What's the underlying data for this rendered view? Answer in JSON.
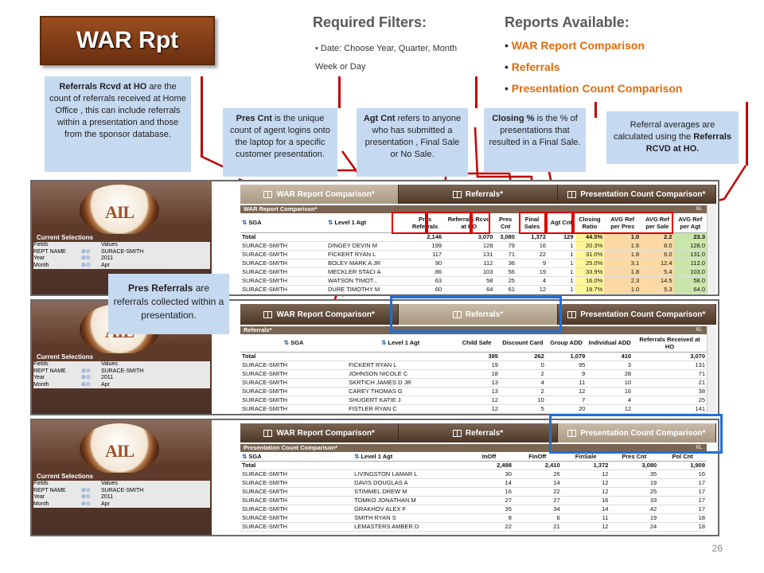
{
  "slide": {
    "title": "WAR Rpt",
    "page_number": "26"
  },
  "filters": {
    "heading": "Required Filters:",
    "bullet_label": "Date",
    "bullet_text": "Choose Year, Quarter, Month Week or Day"
  },
  "reports": {
    "heading": "Reports Available:",
    "items": [
      "WAR Report Comparison",
      "Referrals",
      "Presentation Count Comparison"
    ],
    "color": "#e26b0a"
  },
  "notes": {
    "referrals_rcvd_bold": "Referrals Rcvd  at HO",
    "referrals_rcvd_text": "are the count of referrals received at Home Office , this can include referrals within a presentation and those from the sponsor database.",
    "pres_cnt_bold": "Pres Cnt",
    "pres_cnt_text": "is the unique count of agent logins onto  the laptop for a specific customer presentation.",
    "agt_cnt_bold": "Agt Cnt",
    "agt_cnt_text": "refers to anyone who has submitted a presentation , Final Sale or No Sale.",
    "closing_bold": "Closing  %",
    "closing_text": "is the % of presentations that resulted in a Final Sale.",
    "avg_text": "Referral averages are calculated using the",
    "avg_bold": "Referrals RCVD at HO.",
    "pres_ref_bold": "Pres Referrals",
    "pres_ref_text": "are referrals collected within a presentation."
  },
  "logo_text": "AIL",
  "current_selections": {
    "title": "Current Selections",
    "header": [
      "Fields",
      "Values"
    ],
    "rows": [
      [
        "REPT NAME",
        "SURACE-SMITH"
      ],
      [
        "Year",
        "2011"
      ],
      [
        "Month",
        "Apr"
      ]
    ]
  },
  "tabs": [
    "WAR Report Comparison*",
    "Referrals*",
    "Presentation Count Comparison*"
  ],
  "war": {
    "title": "WAR Report Comparison*",
    "headers": [
      "SGA",
      "Level 1 Agt",
      "Pres Referrals",
      "Referrals Rcvd at HO",
      "Pres Cnt",
      "Final Sales",
      "Agt Cnt",
      "Closing Ratio",
      "AVG Ref per Pres",
      "AVG Ref per Sale",
      "AVG Ref per Agt"
    ],
    "total": [
      "Total",
      "",
      "2,146",
      "3,070",
      "3,080",
      "1,372",
      "129",
      "44.5%",
      "1.0",
      "2.2",
      "23.3"
    ],
    "rows": [
      [
        "SURACE-SMITH",
        "DINGEY DEVIN M",
        "199",
        "128",
        "79",
        "16",
        "1",
        "20.3%",
        "1.6",
        "8.0",
        "128.0"
      ],
      [
        "SURACE-SMITH",
        "FICKERT RYAN L",
        "117",
        "131",
        "71",
        "22",
        "1",
        "31.0%",
        "1.8",
        "6.0",
        "131.0"
      ],
      [
        "SURACE-SMITH",
        "BOLEY MARK A JR",
        "90",
        "112",
        "36",
        "9",
        "1",
        "25.0%",
        "3.1",
        "12.4",
        "112.0"
      ],
      [
        "SURACE-SMITH",
        "MECKLER STACI A",
        "86",
        "103",
        "56",
        "19",
        "1",
        "33.9%",
        "1.8",
        "5.4",
        "103.0"
      ],
      [
        "SURACE-SMITH",
        "WATSON TIMOT...",
        "63",
        "58",
        "25",
        "4",
        "1",
        "16.0%",
        "2.3",
        "14.5",
        "58.0"
      ],
      [
        "SURACE-SMITH",
        "DURE TIMOTHY M",
        "60",
        "64",
        "61",
        "12",
        "1",
        "19.7%",
        "1.0",
        "5.3",
        "64.0"
      ]
    ]
  },
  "referrals": {
    "title": "Referrals*",
    "headers": [
      "SGA",
      "Level 1 Agt",
      "Child Safe",
      "Discount Card",
      "Group ADD",
      "Individual ADD",
      "Referrals Received at HO"
    ],
    "total": [
      "Total",
      "",
      "395",
      "262",
      "1,079",
      "410",
      "3,070"
    ],
    "rows": [
      [
        "SURACE-SMITH",
        "FICKERT RYAN L",
        "19",
        "0",
        "95",
        "3",
        "131"
      ],
      [
        "SURACE-SMITH",
        "JOHNSON NICOLE C",
        "18",
        "2",
        "9",
        "28",
        "71"
      ],
      [
        "SURACE-SMITH",
        "SKRTICH JAMES D JR",
        "13",
        "4",
        "11",
        "10",
        "21"
      ],
      [
        "SURACE-SMITH",
        "CAREY THOMAS G",
        "13",
        "2",
        "12",
        "16",
        "38"
      ],
      [
        "SURACE-SMITH",
        "SHUGERT KATIE J",
        "12",
        "10",
        "7",
        "4",
        "25"
      ],
      [
        "SURACE-SMITH",
        "FISTLER RYAN C",
        "12",
        "5",
        "20",
        "12",
        "141"
      ]
    ]
  },
  "pcc": {
    "title": "Presentation Count Comparison*",
    "headers": [
      "SGA",
      "Level 1 Agt",
      "InOff",
      "FinOff",
      "FinSale",
      "Pres Cnt",
      "Pol Cnt"
    ],
    "total": [
      "Total",
      "",
      "2,498",
      "2,410",
      "1,372",
      "3,080",
      "1,909"
    ],
    "rows": [
      [
        "SURACE-SMITH",
        "LIVINGSTON LAMAR L",
        "30",
        "26",
        "12",
        "35",
        "16"
      ],
      [
        "SURACE-SMITH",
        "DAVIS DOUGLAS A",
        "14",
        "14",
        "12",
        "19",
        "17"
      ],
      [
        "SURACE-SMITH",
        "STIMMEL DREW M",
        "16",
        "22",
        "12",
        "25",
        "17"
      ],
      [
        "SURACE-SMITH",
        "TOMKO JONATHAN M",
        "27",
        "27",
        "16",
        "33",
        "17"
      ],
      [
        "SURACE-SMITH",
        "GRAKHOV ALEX F",
        "35",
        "34",
        "14",
        "42",
        "17"
      ],
      [
        "SURACE-SMITH",
        "SMITH RYAN S",
        "8",
        "6",
        "11",
        "19",
        "18"
      ],
      [
        "SURACE-SMITH",
        "LEMASTERS AMBER D",
        "22",
        "21",
        "12",
        "24",
        "18"
      ]
    ]
  },
  "xl_label": "XL"
}
